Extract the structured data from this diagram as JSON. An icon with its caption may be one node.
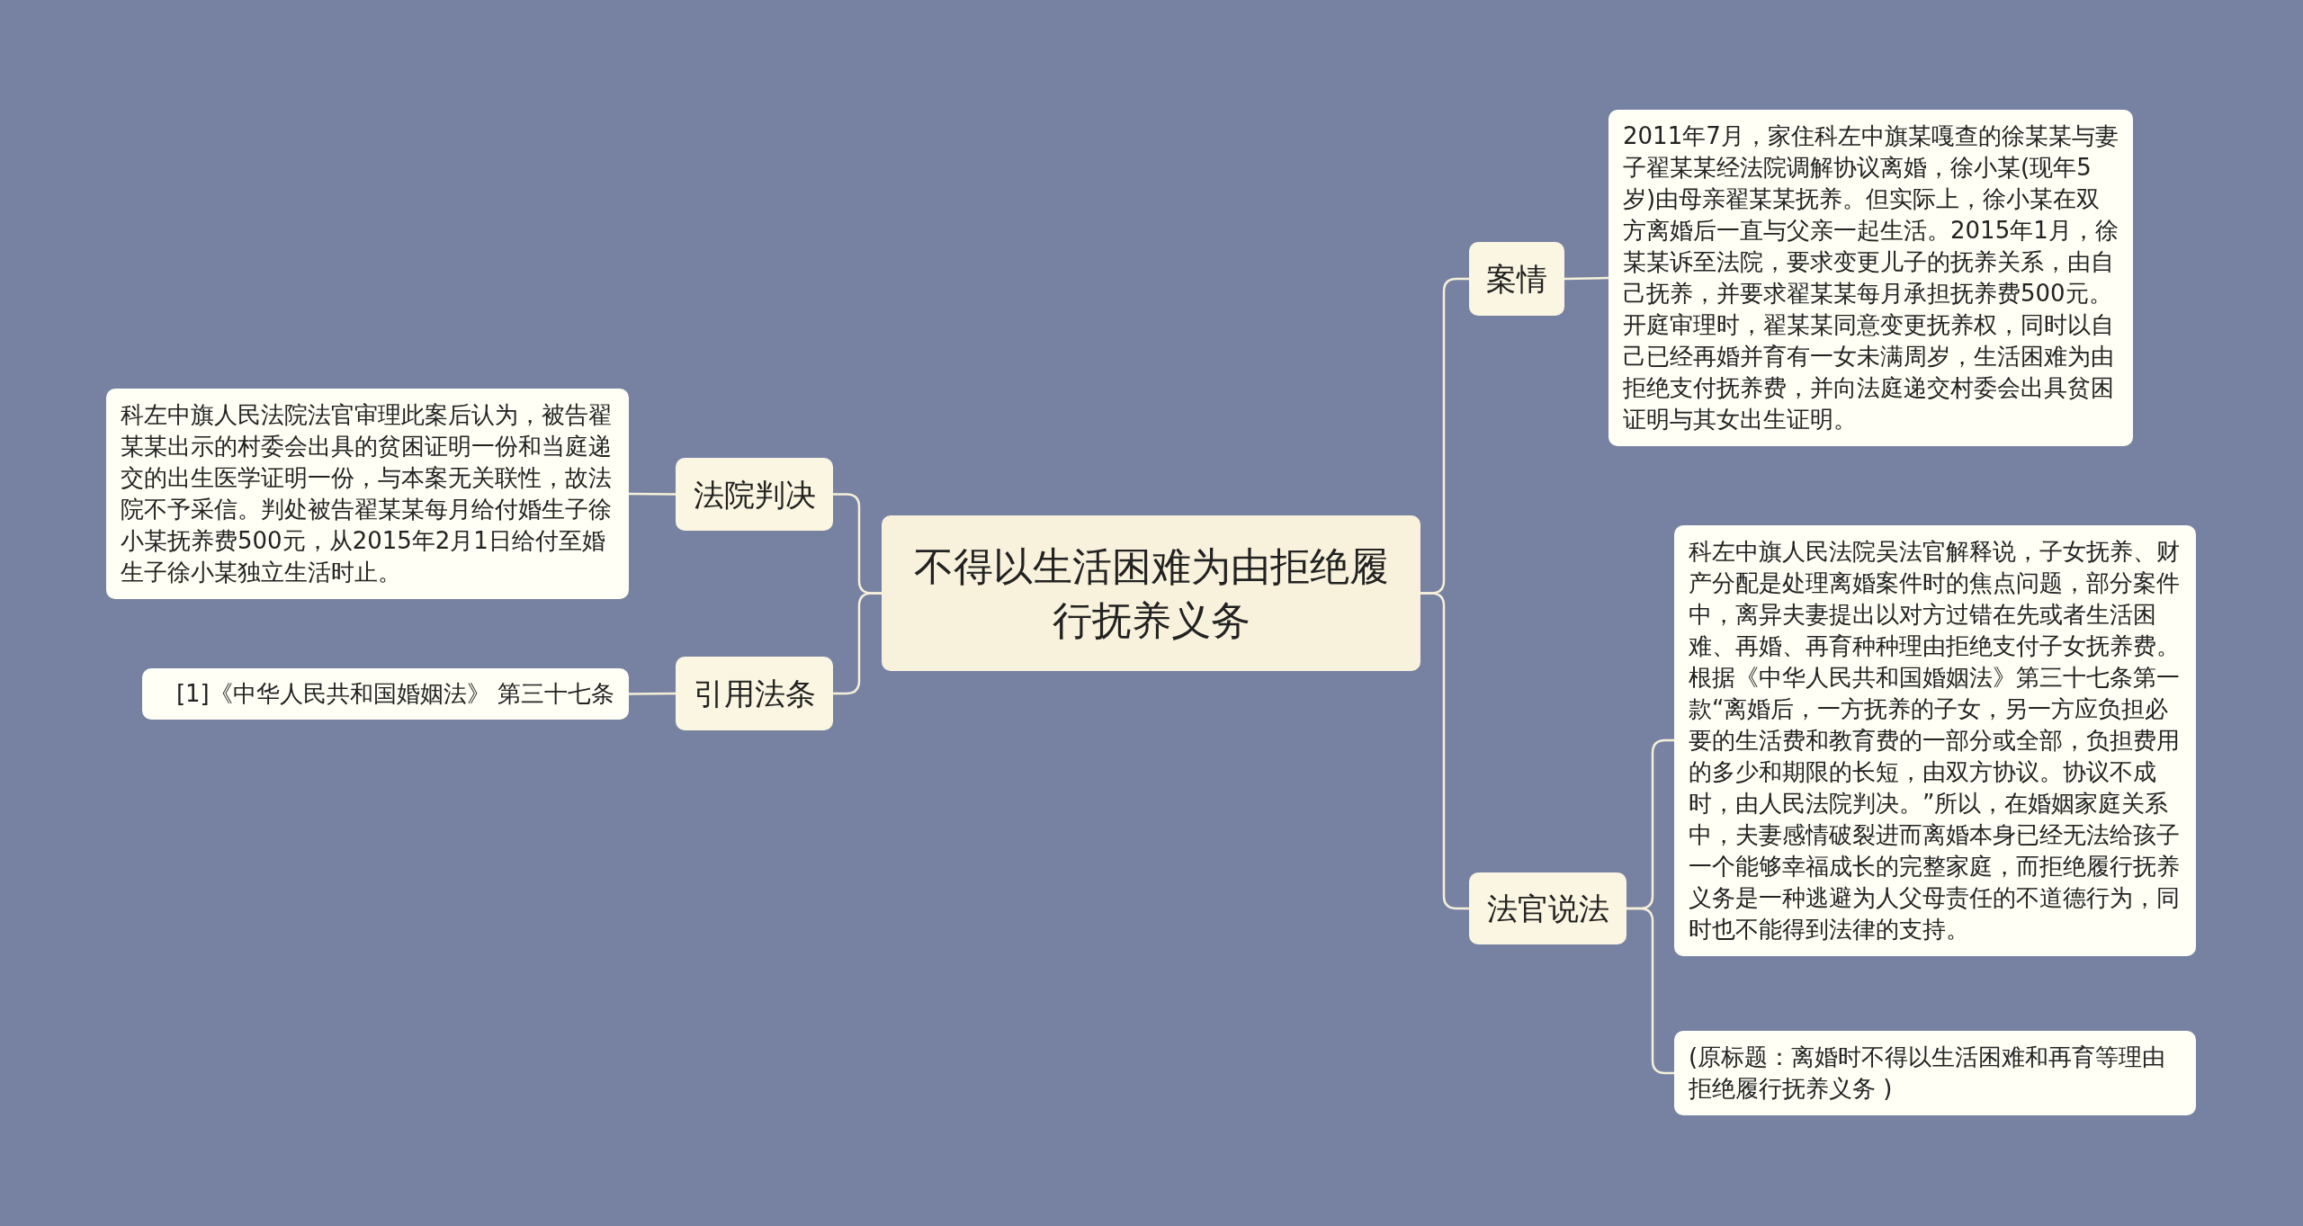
{
  "diagram": {
    "nodes": [
      {
        "text": [
          "不得以生活困难为由拒绝履行抚养义务"
        ]
      },
      {
        "text": [
          "案情"
        ]
      },
      {
        "text": [
          "2011年7月，家住科左中旗某嘎查的徐某某与妻子翟某某经法院调解协议离婚，徐小某(现年5岁)由母亲翟某某抚养。但实际上，徐小某在双方离婚后一直与父亲一起生活。2015年1月，徐某某诉至法院，要求变更儿子的抚养关系，由自己抚养，并要求翟某某每月承担抚养费500元。开庭审理时，翟某某同意变更抚养权，同时以自己已经再婚并育有一女未满周岁，生活困难为由拒绝支付抚养费，并向法庭递交村委会出具贫困证明与其女出生证明。"
        ]
      },
      {
        "text": [
          "法官说法"
        ]
      },
      {
        "text": [
          "科左中旗人民法院吴法官解释说，子女抚养、财产分配是处理离婚案件时的焦点问题，部分案件中，离异夫妻提出以对方过错在先或者生活困难、再婚、再育种种理由拒绝支付子女抚养费。根据《中华人民共和国婚姻法》第三十七条第一款“离婚后，一方抚养的子女，另一方应负担必要的生活费和教育费的一部分或全部，负担费用的多少和期限的长短，由双方协议。协议不成时，由人民法院判决。”所以，在婚姻家庭关系中，夫妻感情破裂进而离婚本身已经无法给孩子一个能够幸福成长的完整家庭，而拒绝履行抚养义务是一种逃避为人父母责任的不道德行为，同时也不能得到法律的支持。"
        ]
      },
      {
        "text": [
          "(原标题：离婚时不得以生活困难和再育等理由拒绝履行抚养义务 )"
        ]
      },
      {
        "text": [
          "法院判决"
        ]
      },
      {
        "text": [
          "科左中旗人民法院法官审理此案后认为，被告翟某某出示的村委会出具的贫困证明一份和当庭递交的出生医学证明一份，与本案无关联性，故法院不予采信。判处被告翟某某每月给付婚生子徐小某抚养费500元，从2015年2月1日给付至婚生子徐小某独立生活时止。"
        ]
      },
      {
        "text": [
          "引用法条"
        ]
      },
      {
        "text": [
          "[1]《中华人民共和国婚姻法》 第三十七条"
        ]
      }
    ],
    "edges": [
      {
        "from": 0,
        "to": 1,
        "arrow": "none"
      },
      {
        "from": 1,
        "to": 2,
        "arrow": "none"
      },
      {
        "from": 0,
        "to": 3,
        "arrow": "none"
      },
      {
        "from": 3,
        "to": 4,
        "arrow": "none"
      },
      {
        "from": 3,
        "to": 5,
        "arrow": "none"
      },
      {
        "from": 0,
        "to": 6,
        "arrow": "none"
      },
      {
        "from": 6,
        "to": 7,
        "arrow": "none"
      },
      {
        "from": 0,
        "to": 8,
        "arrow": "none"
      },
      {
        "from": 8,
        "to": 9,
        "arrow": "none"
      }
    ]
  }
}
